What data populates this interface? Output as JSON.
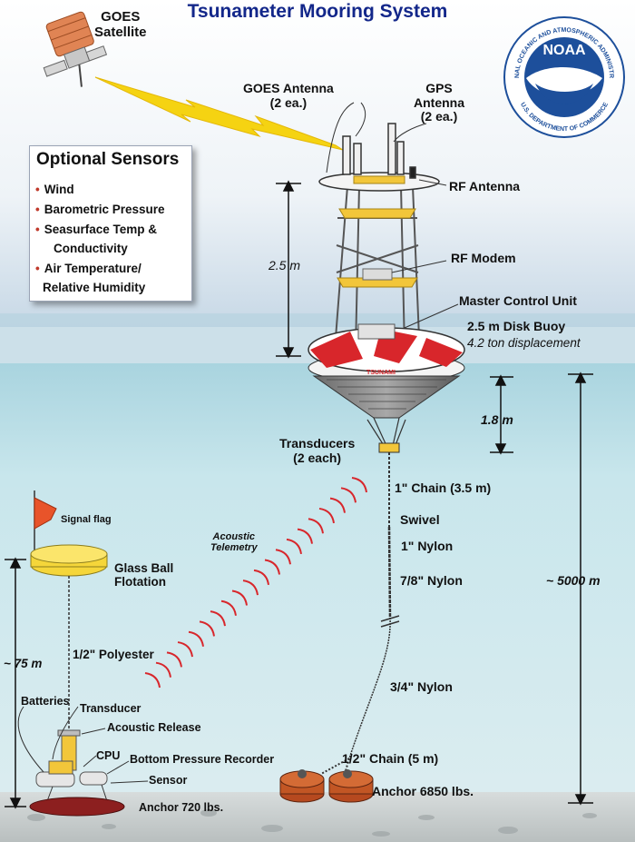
{
  "title": "Tsunameter Mooring System",
  "noaa": {
    "logo_text": "NOAA",
    "ring_top": "NATIONAL OCEANIC AND ATMOSPHERIC ADMINISTRATION",
    "ring_bottom": "U.S. DEPARTMENT OF COMMERCE"
  },
  "optional_sensors": {
    "heading": "Optional Sensors",
    "items": [
      {
        "line1": "Wind",
        "line2": ""
      },
      {
        "line1": "Barometric Pressure",
        "line2": ""
      },
      {
        "line1": "Seasurface Temp &",
        "line2": "Conductivity"
      },
      {
        "line1": "Air Temperature/",
        "line2": "Relative Humidity"
      }
    ]
  },
  "labels": {
    "goes_satellite": [
      "GOES",
      "Satellite"
    ],
    "goes_antenna": [
      "GOES Antenna",
      "(2 ea.)"
    ],
    "gps_antenna": [
      "GPS",
      "Antenna",
      "(2 ea.)"
    ],
    "rf_antenna": "RF Antenna",
    "rf_modem": "RF Modem",
    "master_control": "Master Control Unit",
    "disk_buoy": "2.5 m Disk Buoy",
    "displacement": "4.2 ton displacement",
    "height_2_5": "2.5 m",
    "height_1_8": "1.8 m",
    "depth_5000": "~ 5000 m",
    "depth_75": "~ 75 m",
    "transducers": [
      "Transducers",
      "(2 each)"
    ],
    "chain_1in": "1\" Chain (3.5 m)",
    "swivel": "Swivel",
    "nylon_1in": "1\" Nylon",
    "nylon_7_8": "7/8\" Nylon",
    "nylon_3_4": "3/4\" Nylon",
    "chain_half": "1/2\" Chain (5 m)",
    "anchor_6850": "Anchor 6850 lbs.",
    "acoustic_telemetry": [
      "Acoustic",
      "Telemetry"
    ],
    "signal_flag": "Signal flag",
    "glass_ball": [
      "Glass Ball",
      "Flotation"
    ],
    "polyester": "1/2\" Polyester",
    "batteries": "Batteries",
    "transducer": "Transducer",
    "acoustic_release": "Acoustic Release",
    "cpu": "CPU",
    "bpr": "Bottom Pressure Recorder",
    "sensor": "Sensor",
    "anchor_720": "Anchor 720 lbs.",
    "buoy_text": "TSUNAMI"
  },
  "colors": {
    "title": "#13278a",
    "sky_top": "#ffffff",
    "sky_bottom": "#c9dbe9",
    "water": "#bfe3ea",
    "noaa_blue": "#1d4f9b",
    "buoy_red": "#d8262b",
    "acoustic_red": "#d8262b",
    "bolt_yellow": "#f5d312"
  }
}
